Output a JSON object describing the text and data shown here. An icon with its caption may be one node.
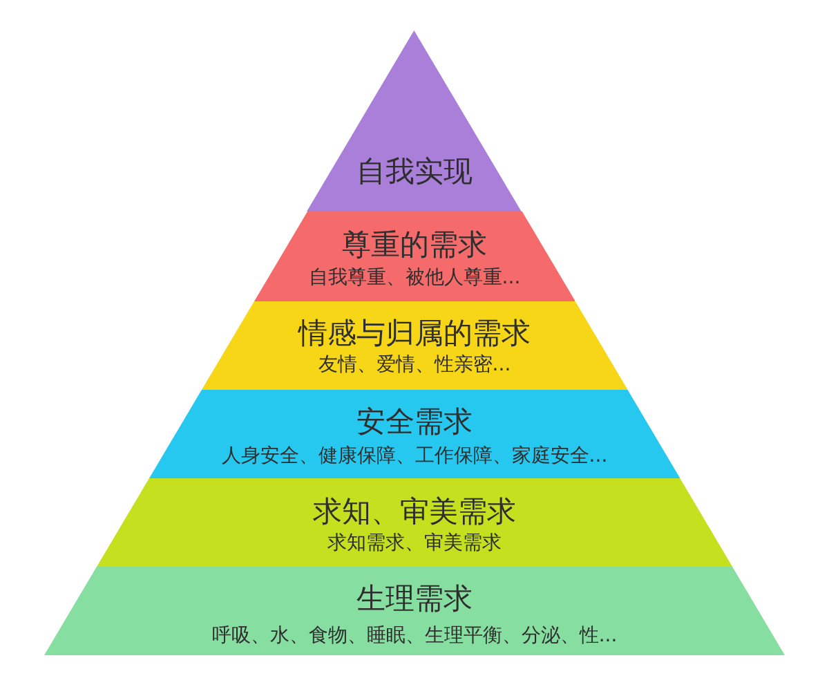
{
  "diagram": {
    "nodes": [
      {
        "text": [
          "自我实现"
        ]
      },
      {
        "text": [
          "尊重的需求",
          "自我尊重、被他人尊重..."
        ]
      },
      {
        "text": [
          "情感与归属的需求",
          "友情、爱情、性亲密..."
        ]
      },
      {
        "text": [
          "安全需求",
          "人身安全、健康保障、工作保障、家庭安全..."
        ]
      },
      {
        "text": [
          "求知、审美需求",
          "求知需求、审美需求"
        ]
      },
      {
        "text": [
          "生理需求",
          "呼吸、水、食物、睡眠、生理平衡、分泌、性..."
        ]
      }
    ]
  }
}
